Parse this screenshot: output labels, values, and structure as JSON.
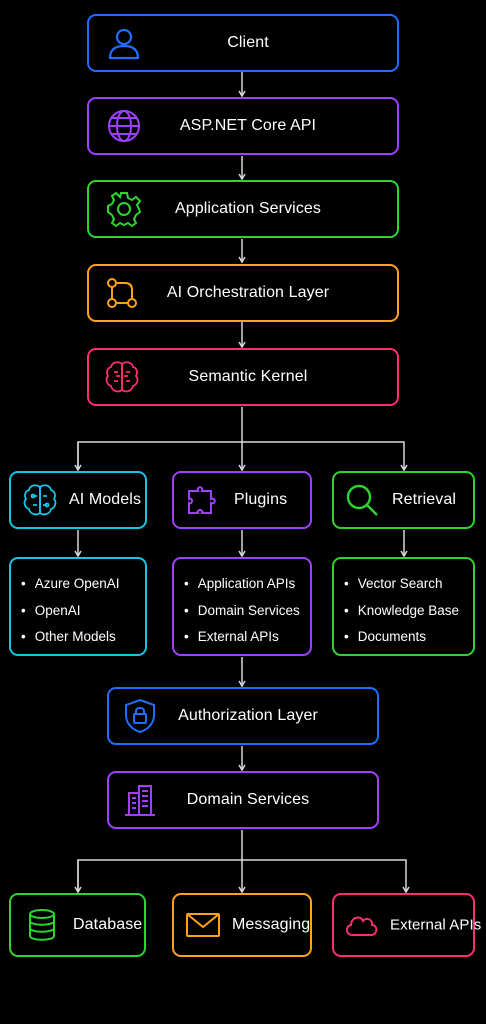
{
  "colors": {
    "blue": "#1e6fff",
    "purple": "#a040ff",
    "green": "#2fd42f",
    "orange": "#ffa21a",
    "pink": "#ff2d6e",
    "cyan": "#17c4e6",
    "connector": "#d8d8d8"
  },
  "flow": [
    {
      "label": "Client",
      "icon": "user-icon"
    },
    {
      "label": "ASP.NET Core API",
      "icon": "globe-icon"
    },
    {
      "label": "Application Services",
      "icon": "gear-icon"
    },
    {
      "label": "AI Orchestration Layer",
      "icon": "workflow-icon"
    },
    {
      "label": "Semantic Kernel",
      "icon": "brain-icon"
    }
  ],
  "branches": [
    {
      "label": "AI Models",
      "icon": "brain-circuit-icon",
      "items": [
        "Azure OpenAI",
        "OpenAI",
        "Other Models"
      ]
    },
    {
      "label": "Plugins",
      "icon": "puzzle-icon",
      "items": [
        "Application APIs",
        "Domain Services",
        "External APIs"
      ]
    },
    {
      "label": "Retrieval",
      "icon": "magnifier-icon",
      "items": [
        "Vector Search",
        "Knowledge Base",
        "Documents"
      ]
    }
  ],
  "authorization": {
    "label": "Authorization Layer",
    "icon": "shield-lock-icon"
  },
  "domain": {
    "label": "Domain Services",
    "icon": "building-icon"
  },
  "outputs": [
    {
      "label": "Database",
      "icon": "database-icon"
    },
    {
      "label": "Messaging",
      "icon": "envelope-icon"
    },
    {
      "label": "External APIs",
      "icon": "cloud-icon"
    }
  ]
}
